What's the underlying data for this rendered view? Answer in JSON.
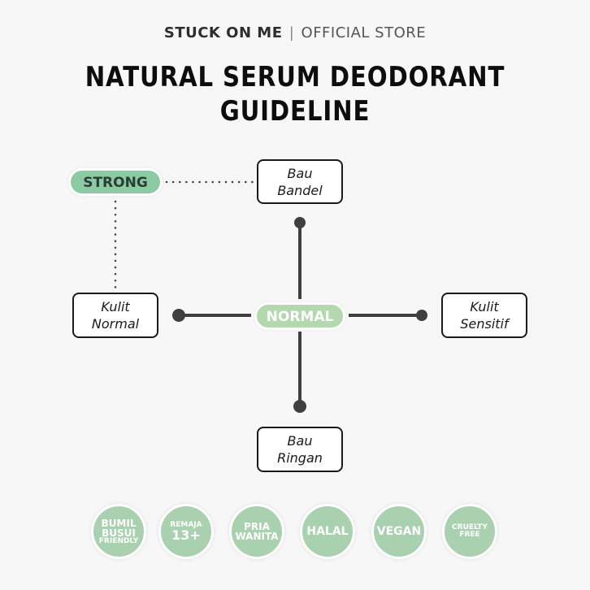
{
  "header": {
    "brand_name": "STUCK ON ME",
    "separator": "|",
    "brand_suffix": "OFFICIAL STORE",
    "title_line1": "NATURAL SERUM DEODORANT",
    "title_line2": "GUIDELINE"
  },
  "diagram": {
    "center_label": "NORMAL",
    "strong_label": "STRONG",
    "axes": {
      "top": {
        "line1": "Bau",
        "line2": "Bandel"
      },
      "bottom": {
        "line1": "Bau",
        "line2": "Ringan"
      },
      "left": {
        "line1": "Kulit",
        "line2": "Normal"
      },
      "right": {
        "line1": "Kulit",
        "line2": "Sensitif"
      }
    },
    "colors": {
      "strong_pill": "#8ccaa4",
      "normal_pill": "#b4d8ae",
      "axis_line": "#3f3f3f",
      "badge": "#a9d1b0"
    }
  },
  "badges": [
    {
      "lines": [
        "BUMIL",
        "BUSUI",
        "FRIENDLY"
      ]
    },
    {
      "lines": [
        "REMAJA",
        "13+"
      ]
    },
    {
      "lines": [
        "PRIA",
        "WANITA"
      ]
    },
    {
      "lines": [
        "HALAL"
      ]
    },
    {
      "lines": [
        "VEGAN"
      ]
    },
    {
      "lines": [
        "CRUELTY",
        "FREE"
      ]
    }
  ]
}
